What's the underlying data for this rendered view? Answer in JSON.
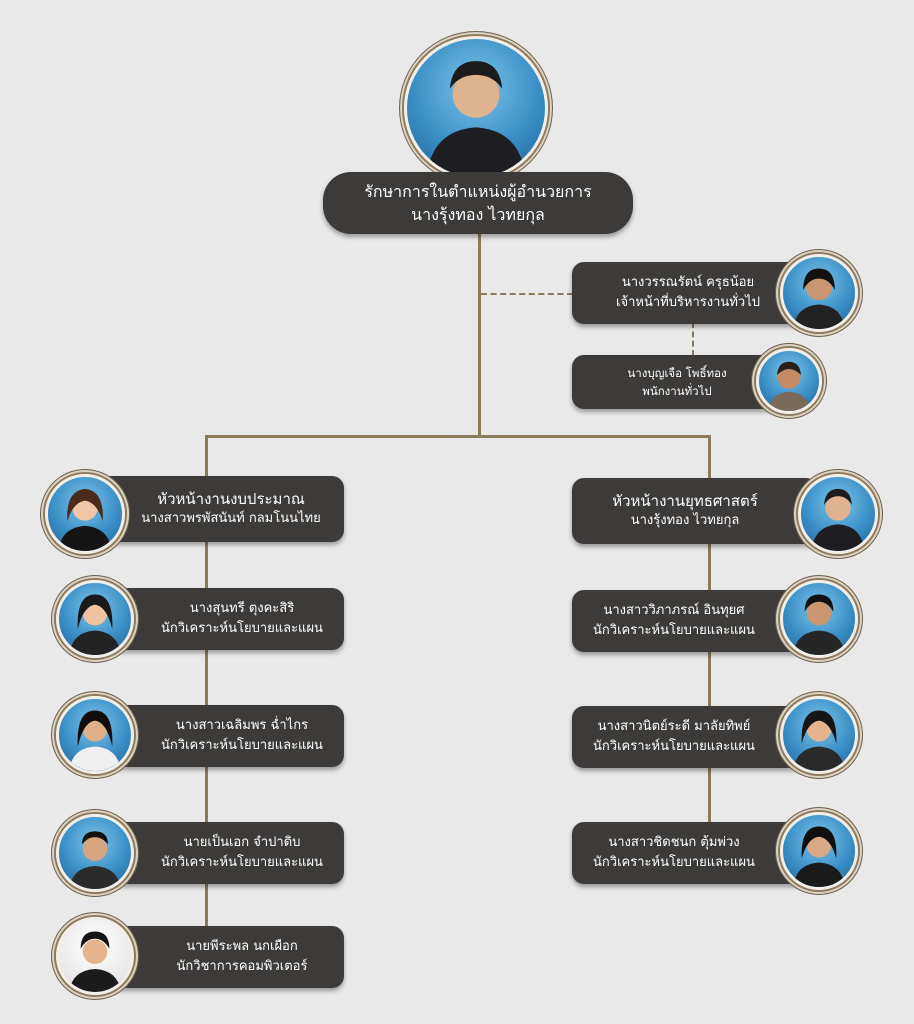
{
  "colors": {
    "background": "#e9e9e9",
    "card": "#3d3b39",
    "connector": "#8b7a5c",
    "text": "#ffffff"
  },
  "director": {
    "role": "รักษาการในตำแหน่งผู้อำนวยการ",
    "name": "นางรุ้งทอง ไวทยกุล",
    "icon": "person-photo"
  },
  "admin_staff": [
    {
      "name": "นางวรรณรัตน์ ครุธน้อย",
      "role": "เจ้าหน้าที่บริหารงานทั่วไป",
      "icon": "person-photo"
    },
    {
      "name": "นางบุญเจือ โพธิ์ทอง",
      "role": "พนักงานทั่วไป",
      "icon": "person-photo"
    }
  ],
  "budget_team": {
    "head": {
      "role": "หัวหน้างานงบประมาณ",
      "name": "นางสาวพรพัสนันท์ กลมโนนไทย",
      "icon": "person-photo"
    },
    "members": [
      {
        "name": "นางสุนทรี ตุงคะสิริ",
        "role": "นักวิเคราะห์นโยบายและแผน",
        "icon": "person-photo"
      },
      {
        "name": "นางสาวเฉลิมพร ฉ่ำไกร",
        "role": "นักวิเคราะห์นโยบายและแผน",
        "icon": "person-photo"
      },
      {
        "name": "นายเป็นเอก จำปาดิบ",
        "role": "นักวิเคราะห์นโยบายและแผน",
        "icon": "person-photo"
      },
      {
        "name": "นายพีระพล นกเผือก",
        "role": "นักวิชาการคอมพิวเตอร์",
        "icon": "person-photo"
      }
    ]
  },
  "strategy_team": {
    "head": {
      "role": "หัวหน้างานยุทธศาสตร์",
      "name": "นางรุ้งทอง ไวทยกุล",
      "icon": "person-photo"
    },
    "members": [
      {
        "name": "นางสาววิภาภรณ์ อินทุยศ",
        "role": "นักวิเคราะห์นโยบายและแผน",
        "icon": "person-photo"
      },
      {
        "name": "นางสาวนิตย์ระดี มาลัยทิพย์",
        "role": "นักวิเคราะห์นโยบายและแผน",
        "icon": "person-photo"
      },
      {
        "name": "นางสาวชิดชนก ตุ้มพ่วง",
        "role": "นักวิเคราะห์นโยบายและแผน",
        "icon": "person-photo"
      }
    ]
  }
}
